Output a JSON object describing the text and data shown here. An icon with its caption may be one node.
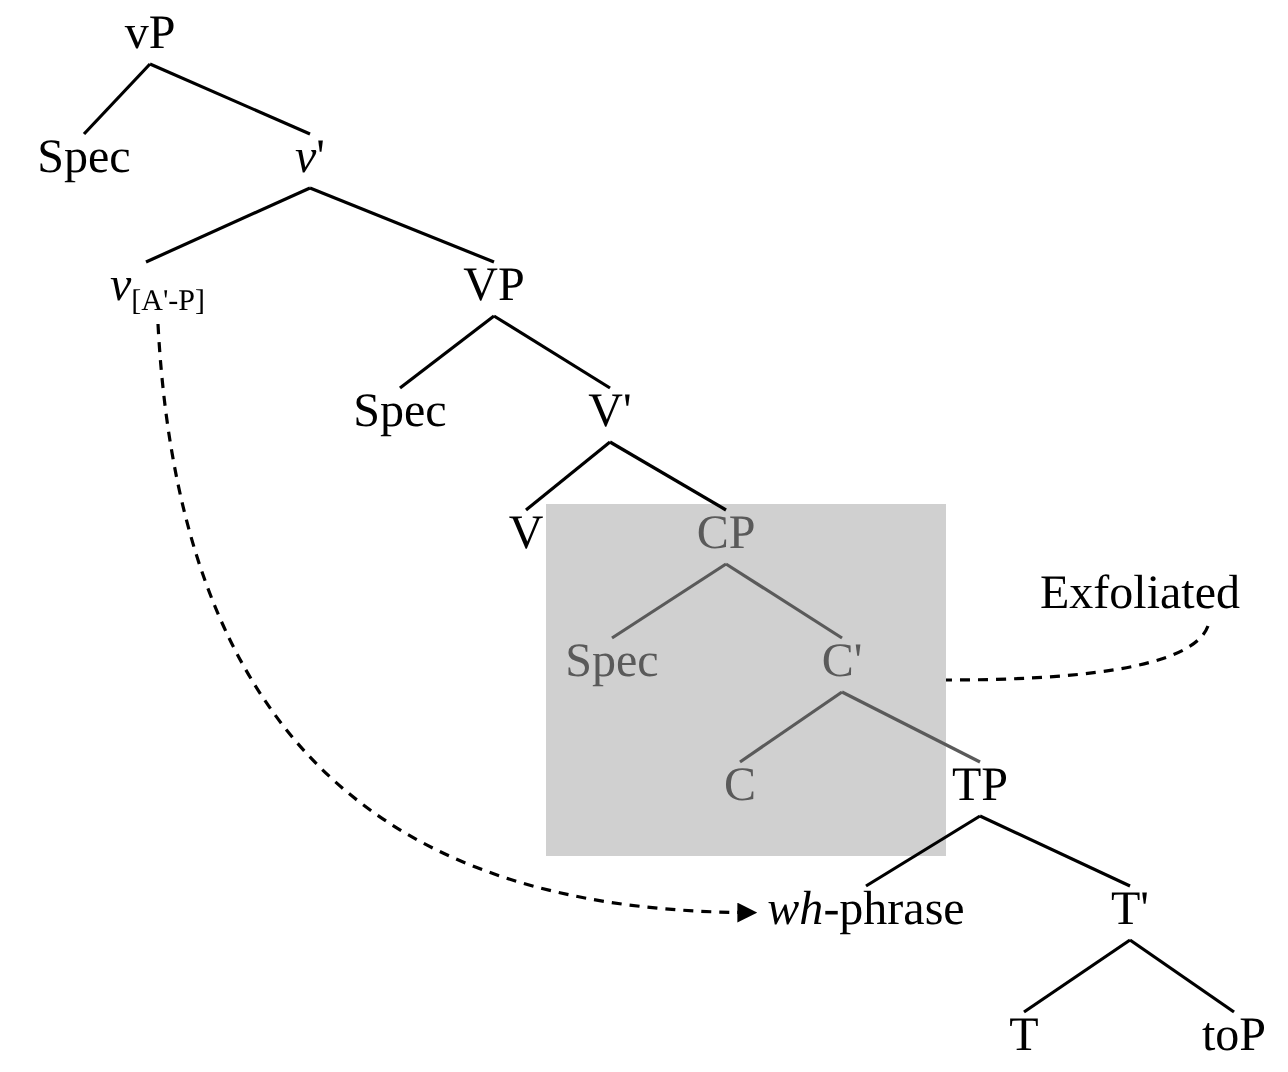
{
  "diagram": {
    "nodes": [
      {
        "text": [
          "vP"
        ]
      },
      {
        "text": [
          "Spec"
        ]
      },
      {
        "text": [
          "*v*'"
        ]
      },
      {
        "text": [
          "*v*$_{[A'-P]}$"
        ]
      },
      {
        "text": [
          "VP"
        ]
      },
      {
        "text": [
          "Spec"
        ]
      },
      {
        "text": [
          "V'"
        ]
      },
      {
        "text": [
          "V"
        ]
      },
      {
        "text": [],
        "shape": "box"
      },
      {
        "text": [
          "CP"
        ],
        "in": 8
      },
      {
        "text": [
          "Spec"
        ],
        "in": 8
      },
      {
        "text": [
          "C'"
        ],
        "in": 8
      },
      {
        "text": [
          "C"
        ],
        "in": 8
      },
      {
        "text": [
          "TP"
        ]
      },
      {
        "text": [
          "*wh*-phrase"
        ]
      },
      {
        "text": [
          "T'"
        ]
      },
      {
        "text": [
          "T"
        ]
      },
      {
        "text": [
          "toP"
        ]
      },
      {
        "text": [
          "Exfoliated"
        ]
      }
    ],
    "edges": [
      {
        "from": 0,
        "to": 1,
        "arrow": "none"
      },
      {
        "from": 0,
        "to": 2,
        "arrow": "none"
      },
      {
        "from": 2,
        "to": 3,
        "arrow": "none"
      },
      {
        "from": 2,
        "to": 4,
        "arrow": "none"
      },
      {
        "from": 4,
        "to": 5,
        "arrow": "none"
      },
      {
        "from": 4,
        "to": 6,
        "arrow": "none"
      },
      {
        "from": 6,
        "to": 7,
        "arrow": "none"
      },
      {
        "from": 6,
        "to": 9,
        "arrow": "none"
      },
      {
        "from": 9,
        "to": 10,
        "arrow": "none",
        "color": "#5a5a5a"
      },
      {
        "from": 9,
        "to": 11,
        "arrow": "none",
        "color": "#5a5a5a"
      },
      {
        "from": 11,
        "to": 12,
        "arrow": "none",
        "color": "#5a5a5a"
      },
      {
        "from": 11,
        "to": 13,
        "arrow": "none",
        "color": "#5a5a5a"
      },
      {
        "from": 13,
        "to": 14,
        "arrow": "none"
      },
      {
        "from": 13,
        "to": 15,
        "arrow": "none"
      },
      {
        "from": 15,
        "to": 16,
        "arrow": "none"
      },
      {
        "from": 15,
        "to": 17,
        "arrow": "none"
      },
      {
        "from": 3,
        "to": 14,
        "arrow": "to",
        "style": "dashed"
      },
      {
        "from": 18,
        "to": 8,
        "arrow": "none",
        "style": "dashed"
      }
    ]
  }
}
